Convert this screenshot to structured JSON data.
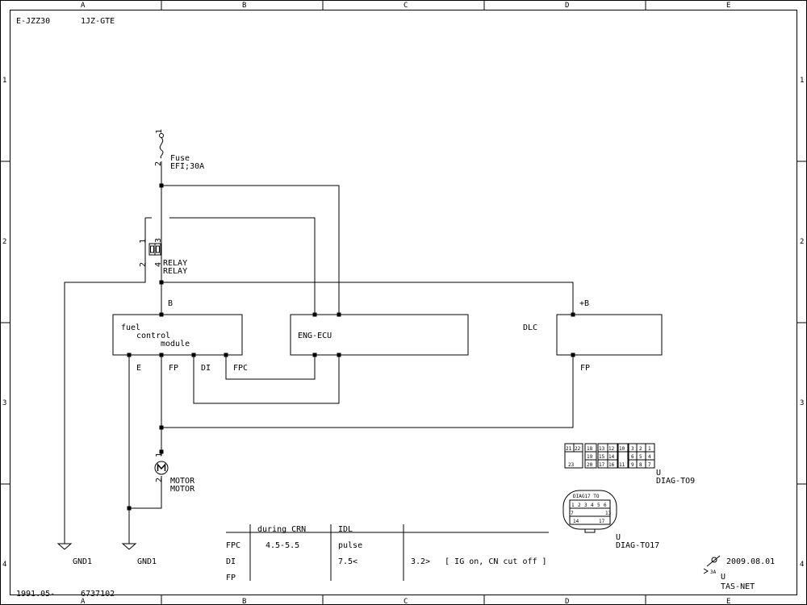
{
  "header": {
    "model": "E-JZZ30",
    "engine": "1JZ-GTE"
  },
  "footer": {
    "date_code": "1991.05-",
    "part_no": "6737102",
    "date": "2009.08.01",
    "brand_u": "U",
    "brand": "TAS-NET"
  },
  "grid": {
    "cols": [
      "A",
      "B",
      "C",
      "D",
      "E"
    ],
    "rows": [
      "1",
      "2",
      "3",
      "4"
    ]
  },
  "fuse": {
    "pin1": "1",
    "pin2": "2",
    "name": "Fuse",
    "rating": "EFI;30A"
  },
  "relay": {
    "pin1": "1",
    "pin2": "2",
    "pin3": "3",
    "pin4": "4",
    "label1": "RELAY",
    "label2": "RELAY"
  },
  "fuel_module": {
    "name_line1": "fuel",
    "name_line2": "control",
    "name_line3": "module",
    "pin_b": "B",
    "pin_e": "E",
    "pin_fp": "FP",
    "pin_di": "DI",
    "pin_fpc": "FPC"
  },
  "ecu": {
    "name": "ENG-ECU"
  },
  "dlc": {
    "name": "DLC",
    "pin_b": "+B",
    "pin_fp": "FP"
  },
  "motor": {
    "pin1": "1",
    "pin2": "2",
    "label1": "MOTOR",
    "label2": "MOTOR"
  },
  "grounds": {
    "gnd_a": "GND1",
    "gnd_b": "GND1"
  },
  "diag09": {
    "cells": [
      "21",
      "22",
      "18",
      "13",
      "12",
      "10",
      "3",
      "2",
      "1",
      "15",
      "14",
      "6",
      "5",
      "4",
      "19",
      "23",
      "20",
      "17",
      "16",
      "11",
      "9",
      "8",
      "7"
    ],
    "u": "U",
    "name": "DIAG-TO9"
  },
  "diag17": {
    "title": "DIAG17 TO",
    "row1": [
      "1",
      "2",
      "3",
      "4",
      "5",
      "6"
    ],
    "p7": "7",
    "p13": "13",
    "p14": "14",
    "p17": "17",
    "u": "U",
    "name": "DIAG-TO17"
  },
  "table": {
    "headers": {
      "crn": "during CRN",
      "idl": "IDL"
    },
    "rows": [
      {
        "label": "FPC",
        "crn": "4.5-5.5",
        "idl": "pulse",
        "note": ""
      },
      {
        "label": "DI",
        "crn": "",
        "idl": "7.5<",
        "note": "3.2>   [ IG on, CN cut off ]"
      },
      {
        "label": "FP",
        "crn": "",
        "idl": "",
        "note": ""
      }
    ]
  }
}
